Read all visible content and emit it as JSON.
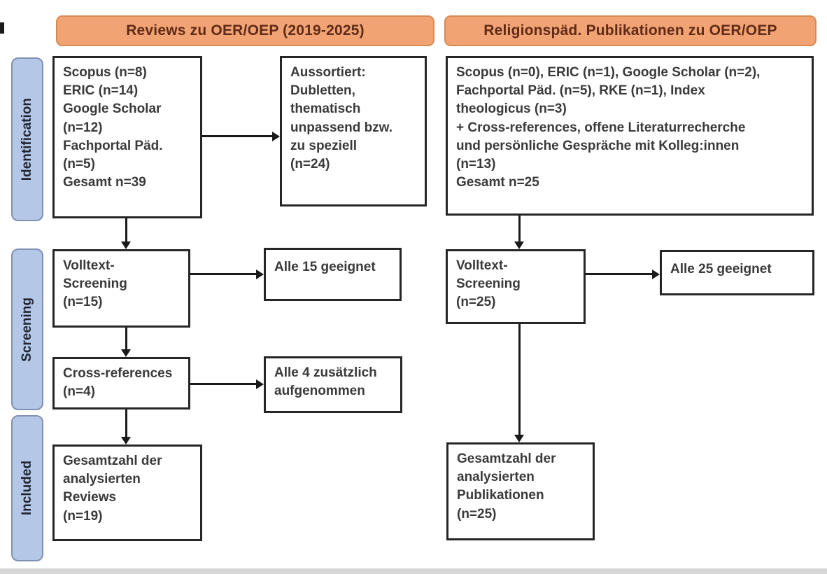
{
  "colors": {
    "header-fill": "#F2A373",
    "header-border": "#D98A52",
    "header-text": "#5F2B18",
    "stage-fill": "#B4C7E7",
    "stage-border": "#7F91B4",
    "stage-text": "#1F2430",
    "box-border": "#262626",
    "box-text": "#3A3A3A",
    "arrow": "#1A1A1A"
  },
  "headers": {
    "left": "Reviews zu OER/OEP (2019-2025)",
    "right": "Religionspäd. Publikationen zu OER/OEP"
  },
  "stages": {
    "identification": "Identification",
    "screening": "Screening",
    "included": "Included"
  },
  "boxes": {
    "left_sources": "Scopus (n=8)\nERIC (n=14)\nGoogle Scholar\n(n=12)\nFachportal Päd.\n(n=5)\nGesamt n=39",
    "left_excluded": "Aussortiert:\nDubletten,\nthematisch\nunpassend bzw.\nzu speziell\n(n=24)",
    "right_sources": "Scopus (n=0), ERIC (n=1), Google Scholar (n=2),\nFachportal Päd. (n=5), RKE (n=1), Index\ntheologicus (n=3)\n+ Cross-references, offene Literaturrecherche\nund persönliche Gespräche mit Kolleg:innen\n(n=13)\nGesamt n=25",
    "left_fulltext": "Volltext-\nScreening\n(n=15)",
    "left_fulltext_result": "Alle 15 geeignet",
    "right_fulltext": "Volltext-\nScreening\n(n=25)",
    "right_fulltext_result": "Alle 25 geeignet",
    "left_crossref": "Cross-references\n(n=4)",
    "left_crossref_result": "Alle 4 zusätzlich\naufgenommen",
    "left_included": "Gesamtzahl der\nanalysierten\nReviews\n(n=19)",
    "right_included": "Gesamtzahl der\nanalysierten\nPublikationen\n(n=25)"
  }
}
